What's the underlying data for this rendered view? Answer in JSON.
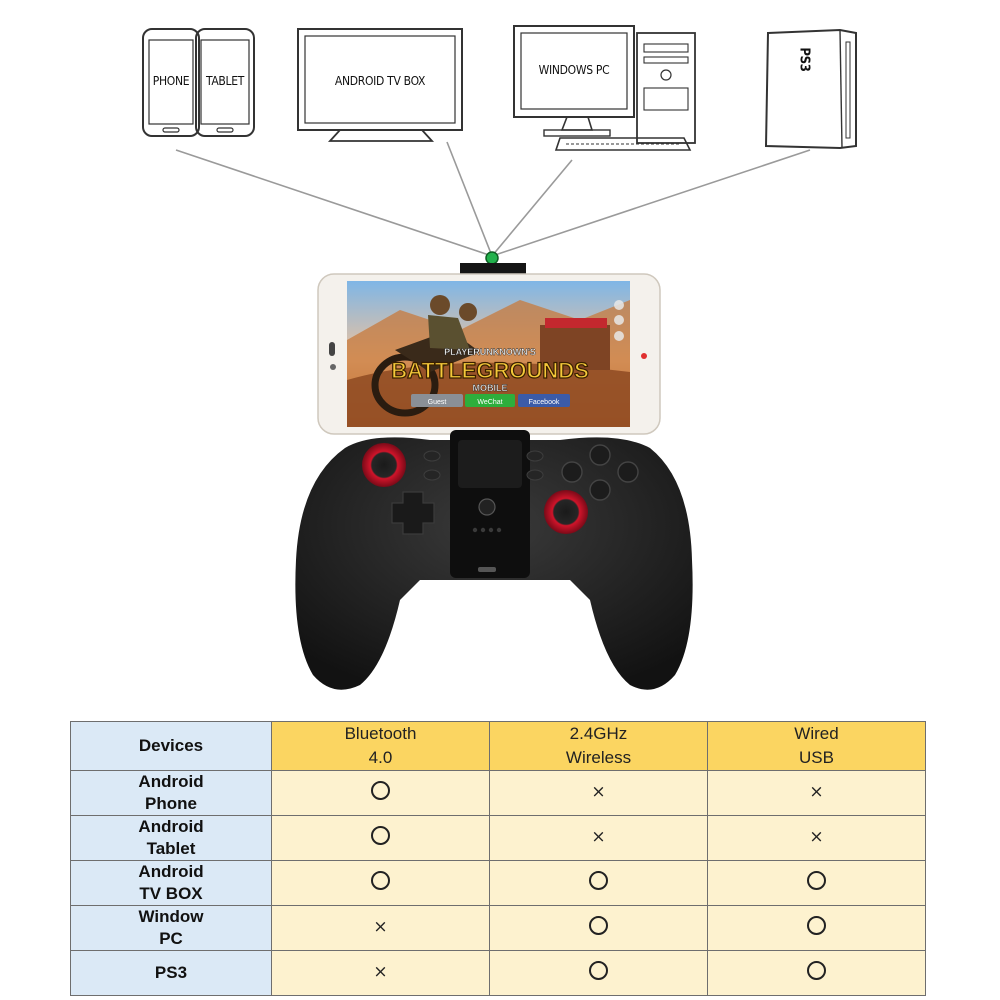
{
  "devices": {
    "phone_label": "PHONE",
    "tablet_label": "TABLET",
    "tv_box_label": "ANDROID TV BOX",
    "pc_label": "WINDOWS PC",
    "ps3_label": "PS3"
  },
  "game_screen": {
    "title_top": "PLAYERUNKNOWN'S",
    "title_main": "BATTLEGROUNDS",
    "title_sub": "MOBILE",
    "buttons": [
      "Guest",
      "WeChat",
      "Facebook"
    ]
  },
  "colors": {
    "indicator": "#22b14c",
    "header_blue": "#dbe9f6",
    "header_yellow": "#fbd561",
    "cell_cream": "#fdf2cf"
  },
  "table": {
    "corner_header": "Devices",
    "columns": [
      {
        "line1": "Bluetooth",
        "line2": "4.0"
      },
      {
        "line1": "2.4GHz",
        "line2": "Wireless"
      },
      {
        "line1": "Wired",
        "line2": "USB"
      }
    ],
    "rows": [
      {
        "line1": "Android",
        "line2": "Phone",
        "marks": [
          "yes",
          "no",
          "no"
        ]
      },
      {
        "line1": "Android",
        "line2": "Tablet",
        "marks": [
          "yes",
          "no",
          "no"
        ]
      },
      {
        "line1": "Android",
        "line2": "TV BOX",
        "marks": [
          "yes",
          "yes",
          "yes"
        ]
      },
      {
        "line1": "Window",
        "line2": "PC",
        "marks": [
          "no",
          "yes",
          "yes"
        ]
      },
      {
        "line1": "PS3",
        "line2": "",
        "marks": [
          "no",
          "yes",
          "yes"
        ]
      }
    ],
    "no_symbol": "×"
  }
}
